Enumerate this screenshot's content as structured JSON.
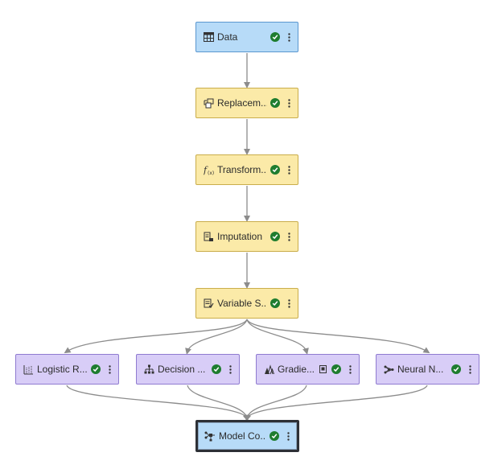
{
  "pipeline": {
    "nodes": {
      "data": {
        "label": "Data",
        "icon": "data-table-icon",
        "status": "completed"
      },
      "replacement": {
        "label": "Replacem...",
        "icon": "replacement-icon",
        "status": "completed"
      },
      "transform": {
        "label": "Transform...",
        "icon": "function-icon",
        "status": "completed"
      },
      "imputation": {
        "label": "Imputation",
        "icon": "imputation-icon",
        "status": "completed"
      },
      "variable_selection": {
        "label": "Variable S...",
        "icon": "variable-selection-icon",
        "status": "completed"
      },
      "logistic": {
        "label": "Logistic R...",
        "icon": "logistic-regression-icon",
        "status": "completed"
      },
      "decision": {
        "label": "Decision ...",
        "icon": "decision-tree-icon",
        "status": "completed"
      },
      "gradient": {
        "label": "Gradie...",
        "icon": "gradient-boosting-icon",
        "extra_icon": "reference-icon",
        "status": "completed"
      },
      "neural": {
        "label": "Neural N...",
        "icon": "neural-network-icon",
        "status": "completed"
      },
      "model_comparison": {
        "label": "Model Co...",
        "icon": "model-comparison-icon",
        "status": "completed",
        "selected": true
      }
    },
    "colors": {
      "data_node": "#b7dbf8",
      "prep_node": "#fbeaa8",
      "model_node": "#d8cdf7",
      "status_ok": "#1e7d2f",
      "edge": "#8c8c8c"
    }
  }
}
